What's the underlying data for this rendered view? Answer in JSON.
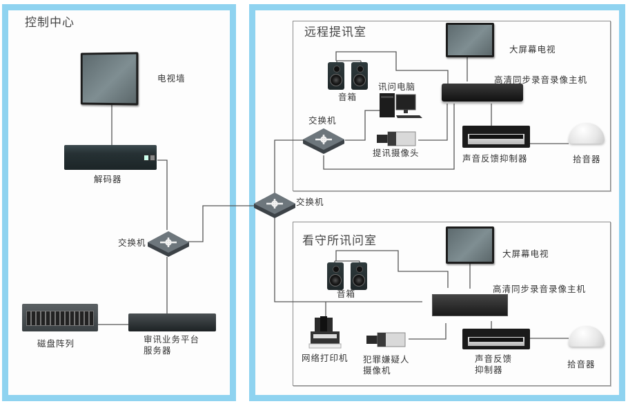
{
  "diagram": {
    "control_center": {
      "title": "控制中心",
      "tv_wall_label": "电视墙",
      "decoder_label": "解码器",
      "switch_label": "交换机",
      "disk_array_label": "磁盘阵列",
      "server_label_line1": "审讯业务平台",
      "server_label_line2": "服务器"
    },
    "core_switch_label": "交换机",
    "remote_room": {
      "title": "远程提讯室",
      "tv_label": "大屏幕电视",
      "recorder_label": "高清同步录音录像主机",
      "speakers_label": "音箱",
      "pc_label": "讯问电脑",
      "switch_label": "交换机",
      "camera_label": "提讯摄像头",
      "suppressor_label": "声音反馈抑制器",
      "mic_label": "拾音器"
    },
    "detention_room": {
      "title": "看守所讯问室",
      "tv_label": "大屏幕电视",
      "recorder_label": "高清同步录音录像主机",
      "speakers_label": "音箱",
      "printer_label": "网络打印机",
      "camera_label_line1": "犯罪嫌疑人",
      "camera_label_line2": "摄像机",
      "suppressor_label_line1": "声音反馈",
      "suppressor_label_line2": "抑制器",
      "mic_label": "拾音器"
    },
    "colors": {
      "panel_border": "#8fd3f0",
      "wire": "#555555",
      "room_border": "#8a8a8a"
    }
  }
}
